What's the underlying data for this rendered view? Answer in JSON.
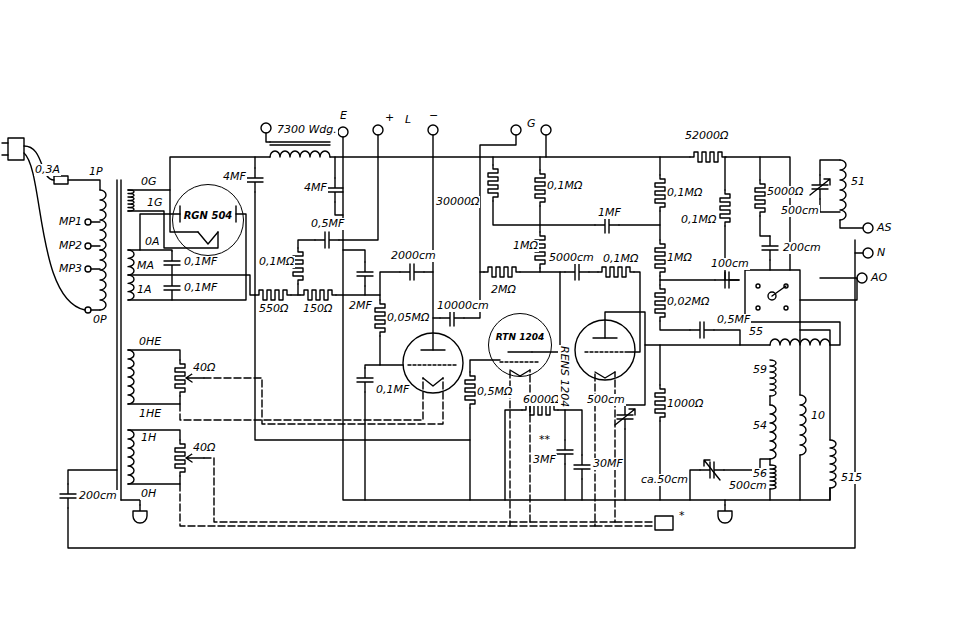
{
  "diagram": {
    "nodes": [
      {
        "text": [
          "RGN 504"
        ]
      },
      {
        "text": [
          "RTN 1204"
        ]
      }
    ],
    "labels": [
      "0,3A",
      "1P",
      "MP1",
      "MP2",
      "MP3",
      "0P",
      "0G",
      "1G",
      "0A",
      "MA",
      "1A",
      "0,1MF",
      "0,1MF",
      "0HE",
      "1HE",
      "40Ω",
      "1H",
      "0H",
      "40Ω",
      "200cm",
      "7300 Wdg.",
      "4MF",
      "4MF",
      "E",
      "+",
      "L",
      "−",
      "G",
      "0,5MF",
      "0,1MΩ",
      "550Ω",
      "150Ω",
      "2MF",
      "2000cm",
      "0,05MΩ",
      "0,1MF",
      "0,5MΩ",
      "10000cm",
      "2MΩ",
      "30000Ω",
      "0,1MΩ",
      "1MΩ",
      "1MF",
      "5000cm",
      "0,1MΩ",
      "0,1MΩ",
      "1MΩ",
      "0,02MΩ",
      "52000Ω",
      "0,1MΩ",
      "5000Ω",
      "100cm",
      "200cm",
      "500cm",
      "0,5MF",
      "51",
      "AS",
      "N",
      "AO",
      "55",
      "59",
      "54",
      "10",
      "56",
      "515",
      "1000Ω",
      "ca.50cm",
      "500cm",
      "6000Ω",
      "RENS 1204",
      "**",
      "3MF",
      "30MF",
      "500cm",
      "*"
    ]
  }
}
